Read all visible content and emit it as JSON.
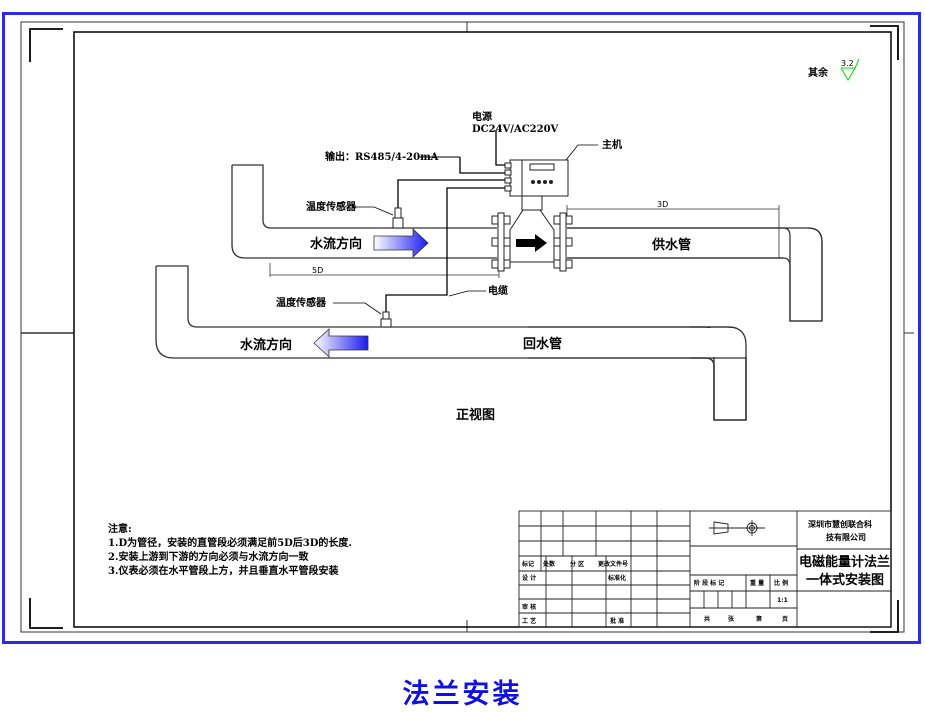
{
  "drawing": {
    "view_title": "正视图",
    "surface_finish": {
      "label": "其余",
      "value": "3.2",
      "color": "#00e000"
    },
    "power": {
      "label": "电源",
      "spec": "DC24V/AC220V"
    },
    "host_label": "主机",
    "output_label": "输出：RS485/4-20mA",
    "temp_sensor_label": "温度传感器",
    "cable_label": "电缆",
    "flow_direction_label": "水流方向",
    "supply_pipe_label": "供水管",
    "return_pipe_label": "回水管",
    "dim_upstream": "5D",
    "dim_downstream": "3D",
    "arrow_color": "#1a1af0",
    "border_color": "#2b2be6"
  },
  "notes": {
    "title": "注意:",
    "items": [
      "1.D为管径，安装的直管段必须满足前5D后3D的长度.",
      "2.安装上游到下游的方向必须与水流方向一致",
      "3.仪表必须在水平管段上方，并且垂直水平管段安装"
    ]
  },
  "title_block": {
    "company_line1": "深圳市慧创联合科",
    "company_line2": "技有限公司",
    "drawing_title_line1": "电磁能量计法兰",
    "drawing_title_line2": "一体式安装图",
    "left_headers": [
      "标记",
      "处数",
      "分 区",
      "更改文件号"
    ],
    "design": "设 计",
    "standardization": "标准化",
    "review": "审 核",
    "process": "工 艺",
    "approve": "批 准",
    "stage_headers": [
      "阶 段 标 记",
      "重 量",
      "比 例"
    ],
    "scale": "1:1",
    "sheet_row": [
      "共",
      "张",
      "第",
      "页"
    ]
  },
  "caption": "法兰安装"
}
